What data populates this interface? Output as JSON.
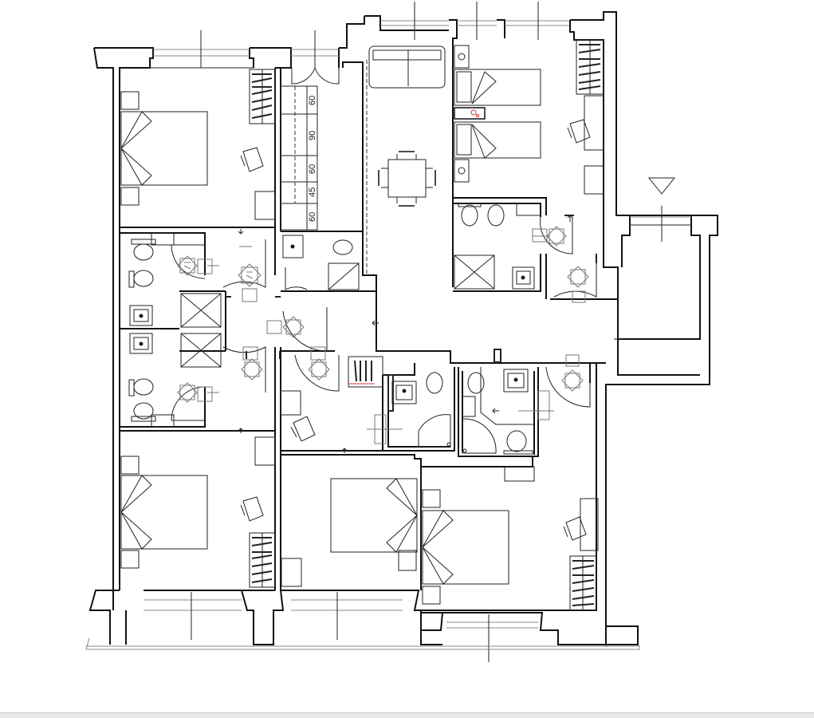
{
  "drawing": {
    "type": "architectural floor plan",
    "wardrobe_dimensions": [
      "60",
      "90",
      "60",
      "45",
      "60"
    ],
    "colors": {
      "line": "#111111",
      "thin": "#222222",
      "grey": "#888888",
      "accent_red": "#d03030",
      "background": "#ffffff"
    }
  }
}
